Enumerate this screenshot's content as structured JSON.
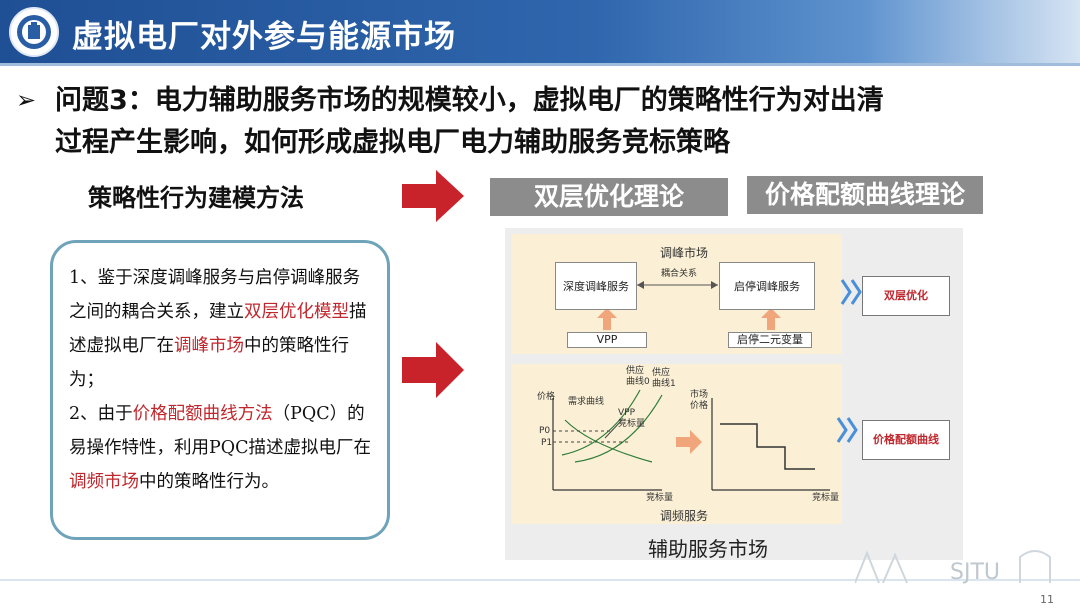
{
  "header": {
    "title": "虚拟电厂对外参与能源市场",
    "colors": {
      "primary": "#1f4f94",
      "accent_red": "#c0272d",
      "tag_gray": "#8c8c8c"
    }
  },
  "bullet": {
    "symbol": "➢"
  },
  "question": {
    "line1": "问题3：电力辅助服务市场的规模较小，虚拟电厂的策略性行为对出清",
    "line2": "过程产生影响，如何形成虚拟电厂电力辅助服务竞标策略"
  },
  "modeling": {
    "title": "策略性行为建模方法"
  },
  "tags": {
    "bilevel": "双层优化理论",
    "pqc": "价格配额曲线理论"
  },
  "textbox": {
    "p1_a": "1、鉴于深度调峰服务与启停调峰服务之间的耦合关系，建立",
    "p1_hl1": "双层优化模型",
    "p1_b": "描述虚拟电厂在",
    "p1_hl2": "调峰市场",
    "p1_c": "中的策略性行为；",
    "p2_a": "2、由于",
    "p2_hl1": "价格配额曲线方法",
    "p2_b": "（PQC）的易操作特性，利用PQC描述虚拟电厂在",
    "p2_hl2": "调频市场",
    "p2_c": "中的策略性行为。"
  },
  "diagram": {
    "top_title": "调峰市场",
    "deep_box": "深度调峰服务",
    "startstop_box": "启停调峰服务",
    "coupling": "耦合关系",
    "vpp_box": "VPP",
    "binary_box": "启停二元变量",
    "result_top": "双层优化",
    "bottom_title": "调频服务",
    "price_axis": "价格",
    "demand_curve": "需求曲线",
    "supply0": [
      "供应",
      "曲线0"
    ],
    "supply1": [
      "供应",
      "曲线1"
    ],
    "vpp_bid": [
      "VPP",
      "竞标量"
    ],
    "p0": "P0",
    "p1": "P1",
    "bid_axis": "竞标量",
    "market_price": [
      "市场",
      "价格"
    ],
    "bid_axis2": "竞标量",
    "result_bottom": "价格配额曲线",
    "market_label": "辅助服务市场"
  },
  "watermark": {
    "text": "SJTU"
  },
  "page": {
    "number": "11"
  }
}
